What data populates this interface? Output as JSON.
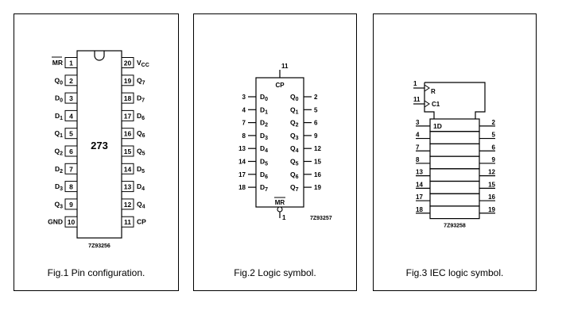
{
  "fig1": {
    "caption": "Fig.1  Pin configuration.",
    "chip_label": "273",
    "code": "7Z93256",
    "left_pins": [
      {
        "name": "MR",
        "num": "1",
        "overbar": true
      },
      {
        "name": "Q0",
        "num": "2",
        "overbar": false
      },
      {
        "name": "D0",
        "num": "3",
        "overbar": false
      },
      {
        "name": "D1",
        "num": "4",
        "overbar": false
      },
      {
        "name": "Q1",
        "num": "5",
        "overbar": false
      },
      {
        "name": "Q2",
        "num": "6",
        "overbar": false
      },
      {
        "name": "D2",
        "num": "7",
        "overbar": false
      },
      {
        "name": "D3",
        "num": "8",
        "overbar": false
      },
      {
        "name": "Q3",
        "num": "9",
        "overbar": false
      },
      {
        "name": "GND",
        "num": "10",
        "overbar": false
      }
    ],
    "right_pins": [
      {
        "name": "VCC",
        "num": "20"
      },
      {
        "name": "Q7",
        "num": "19"
      },
      {
        "name": "D7",
        "num": "18"
      },
      {
        "name": "D6",
        "num": "17"
      },
      {
        "name": "Q6",
        "num": "16"
      },
      {
        "name": "Q5",
        "num": "15"
      },
      {
        "name": "D5",
        "num": "14"
      },
      {
        "name": "D4",
        "num": "13"
      },
      {
        "name": "Q4",
        "num": "12"
      },
      {
        "name": "CP",
        "num": "11"
      }
    ]
  },
  "fig2": {
    "caption": "Fig.2  Logic symbol.",
    "code": "7Z93257",
    "cp_label": "CP",
    "cp_pin": "11",
    "mr_label": "MR",
    "mr_pin": "1",
    "inputs": [
      {
        "pin": "3",
        "name": "D0"
      },
      {
        "pin": "4",
        "name": "D1"
      },
      {
        "pin": "7",
        "name": "D2"
      },
      {
        "pin": "8",
        "name": "D3"
      },
      {
        "pin": "13",
        "name": "D4"
      },
      {
        "pin": "14",
        "name": "D5"
      },
      {
        "pin": "17",
        "name": "D6"
      },
      {
        "pin": "18",
        "name": "D7"
      }
    ],
    "outputs": [
      {
        "pin": "2",
        "name": "Q0"
      },
      {
        "pin": "5",
        "name": "Q1"
      },
      {
        "pin": "6",
        "name": "Q2"
      },
      {
        "pin": "9",
        "name": "Q3"
      },
      {
        "pin": "12",
        "name": "Q4"
      },
      {
        "pin": "15",
        "name": "Q5"
      },
      {
        "pin": "16",
        "name": "Q6"
      },
      {
        "pin": "19",
        "name": "Q7"
      }
    ]
  },
  "fig3": {
    "caption": "Fig.3  IEC logic symbol.",
    "code": "7Z93258",
    "r_pin": "1",
    "r_label": "R",
    "c1_pin": "11",
    "c1_label": "C1",
    "d_label": "1D",
    "inputs": [
      "3",
      "4",
      "7",
      "8",
      "13",
      "14",
      "17",
      "18"
    ],
    "outputs": [
      "2",
      "5",
      "6",
      "9",
      "12",
      "15",
      "16",
      "19"
    ]
  }
}
